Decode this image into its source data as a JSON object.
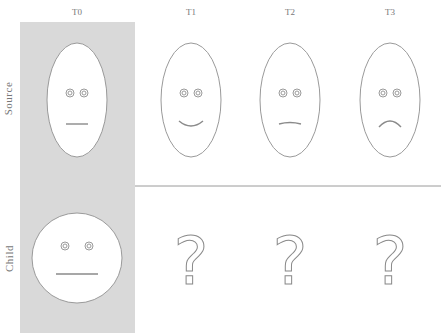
{
  "diagram": {
    "labels": [
      "T0",
      "T1",
      "T2",
      "T3",
      "Source",
      "Child",
      "?",
      "?",
      "?"
    ]
  }
}
